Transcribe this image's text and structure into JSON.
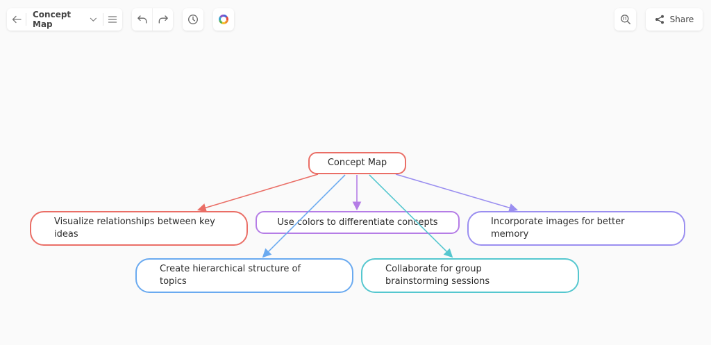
{
  "toolbar": {
    "back_icon": "arrow-left-icon",
    "title": "Concept Map",
    "title_dropdown_icon": "chevron-down-icon",
    "menu_icon": "hamburger-menu-icon",
    "undo_icon": "undo-icon",
    "redo_icon": "redo-icon",
    "history_icon": "clock-icon",
    "theme_icon": "color-wheel-icon",
    "zoom_icon": "zoom-fit-icon",
    "share_icon": "share-icon",
    "share_label": "Share"
  },
  "colors": {
    "root": "#ea6e66",
    "red": "#ea6e66",
    "purple": "#b57de6",
    "lavender": "#9a8ef0",
    "blue": "#6aaaf0",
    "teal": "#55c7cf"
  },
  "map": {
    "root": {
      "label": "Concept Map"
    },
    "children": [
      {
        "label": "Visualize relationships between key ideas",
        "color": "red"
      },
      {
        "label": "Use colors to differentiate concepts",
        "color": "purple"
      },
      {
        "label": "Incorporate images for better memory",
        "color": "lavender"
      },
      {
        "label": "Create hierarchical structure of topics",
        "color": "blue"
      },
      {
        "label": "Collaborate for group brainstorming sessions",
        "color": "teal"
      }
    ]
  }
}
